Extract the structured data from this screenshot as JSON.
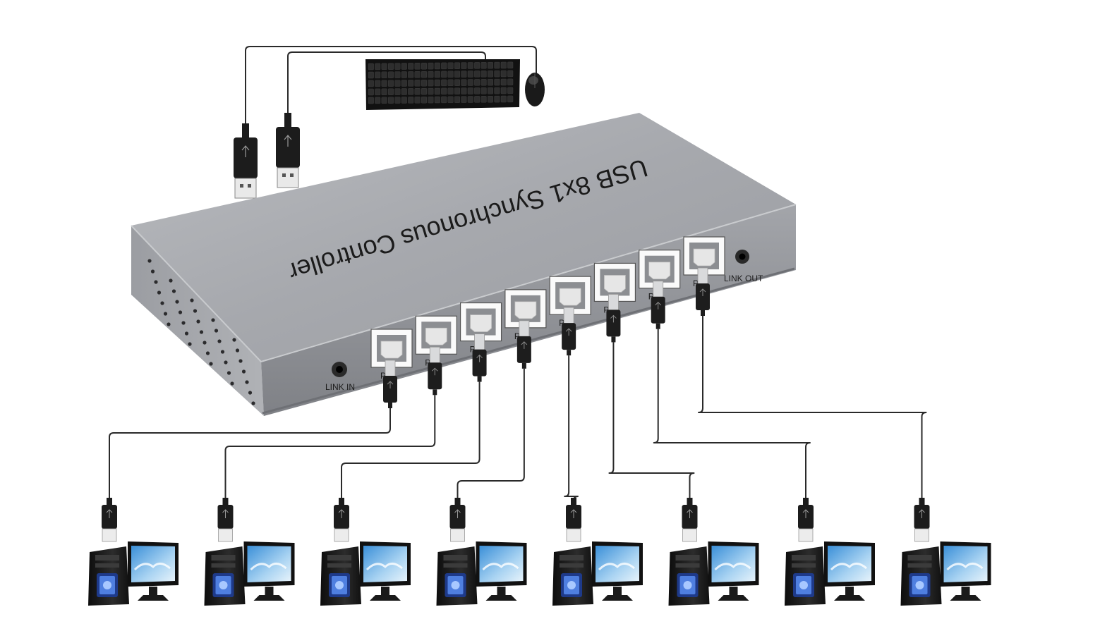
{
  "device": {
    "title": "USB 8x1 Synchronous Controller",
    "link_in": "LINK IN",
    "link_out": "LINK OUT",
    "port_label": "P",
    "port_count": 8
  },
  "peripherals": [
    "keyboard-icon",
    "mouse-icon"
  ],
  "computers": 8,
  "colors": {
    "housing_top": "#a9abb0",
    "housing_front": "#8d8f94",
    "cable": "#2a2a2a",
    "connector": "#1d1d1d"
  }
}
